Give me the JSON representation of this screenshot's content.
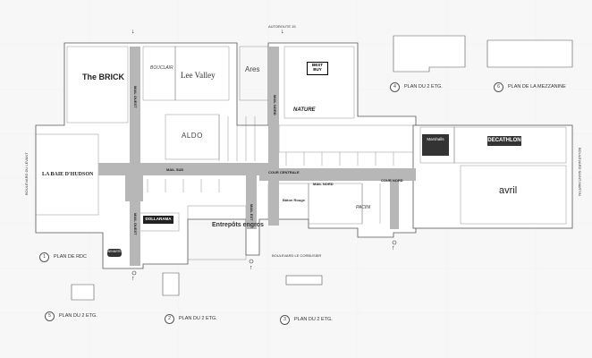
{
  "roads": {
    "north": "AUTOROUTE 15",
    "west": "BOULEVARD DU LEVANT",
    "south": "BOULEVARD LE CORBUSIER",
    "east": "BOULEVARD SAINT-MARTIN"
  },
  "corridors": {
    "west_vertical_top": "MAIL OUEST",
    "west_vertical_bottom": "MAIL OUEST",
    "central_vertical_top": "MAIL NORD",
    "central_vertical_bottom": "MAIL EST",
    "sud": "MAIL SUD",
    "centrale": "COUR CENTRALE",
    "nord": "MAIL NORD",
    "cour_nord": "COUR NORD"
  },
  "stores": {
    "brick": "The BRICK",
    "bouclair": "BOUCLAIR",
    "lee_valley": "Lee Valley",
    "ares": "Ares",
    "best_buy": "BEST BUY",
    "nature": "NATURE",
    "aldo": "ALDO",
    "la_baie": "LA BAIE D'HUDSON",
    "dollarama": "DOLLARAMA",
    "engros": "Entrepôts engros",
    "decathlon": "DECATHLON",
    "marshalls": "Marshalls",
    "avril": "avril",
    "winners": "WINNERS",
    "steakhouse": "Bâton Rouge",
    "pacini": "PACINI"
  },
  "legend": [
    {
      "num": "1",
      "label": "PLAN DE RDC"
    },
    {
      "num": "2",
      "label": "PLAN DU 2 ETG."
    },
    {
      "num": "3",
      "label": "PLAN DU 2 ETG."
    },
    {
      "num": "4",
      "label": "PLAN DU 2 ETG."
    },
    {
      "num": "5",
      "label": "PLAN DU 2 ETG."
    },
    {
      "num": "6",
      "label": "PLAN DE LA MEZZANINE"
    }
  ],
  "colors": {
    "corridor": "#b7b7b7",
    "wall": "#555555",
    "store_fill": "#ffffff",
    "background": "#f7f7f7"
  }
}
